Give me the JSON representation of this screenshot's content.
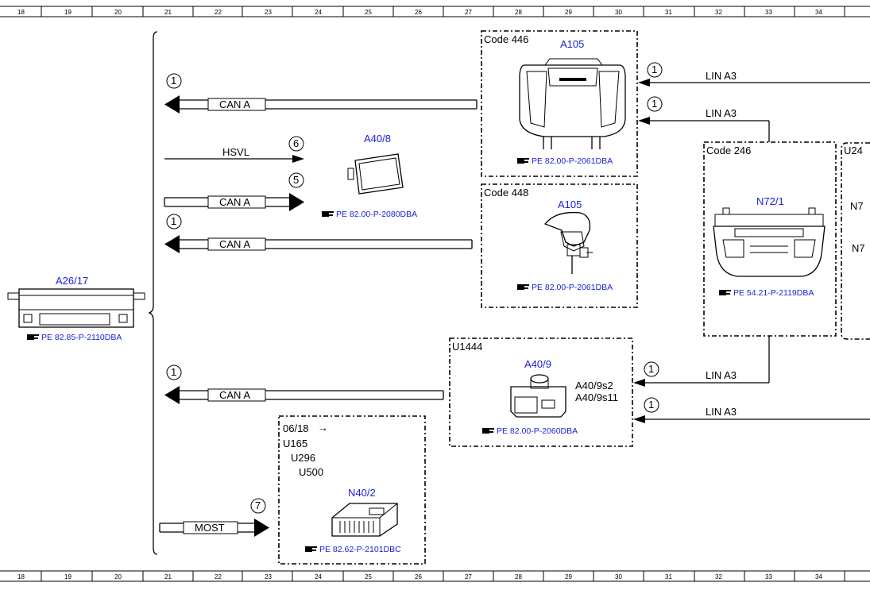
{
  "ruler": {
    "columns": [
      "18",
      "19",
      "20",
      "21",
      "22",
      "23",
      "24",
      "25",
      "26",
      "27",
      "28",
      "29",
      "30",
      "31",
      "32",
      "33",
      "34"
    ]
  },
  "nodes": {
    "a26_17": {
      "label": "A26/17",
      "ref": "PE 82.85-P-2110DBA"
    },
    "a40_8": {
      "label": "A40/8",
      "ref": "PE 82.00-P-2080DBA"
    },
    "box446": {
      "code": "Code 446",
      "label": "A105",
      "ref": "PE 82.00-P-2061DBA"
    },
    "box448": {
      "code": "Code 448",
      "label": "A105",
      "ref": "PE 82.00-P-2061DBA"
    },
    "box246": {
      "code": "Code 246",
      "label": "N72/1",
      "ref": "PE 54.21-P-2119DBA"
    },
    "box_u24": {
      "code": "U24",
      "lines": [
        "N7",
        "N7"
      ]
    },
    "box_u1444": {
      "code": "U1444",
      "label": "A40/9",
      "sub": [
        "A40/9s2",
        "A40/9s11"
      ],
      "ref": "PE 82.00-P-2060DBA"
    },
    "box_0618": {
      "code": "06/18",
      "arrow": "→",
      "codes": [
        "U165",
        "U296",
        "U500"
      ],
      "label": "N40/2",
      "ref": "PE 82.62-P-2101DBC"
    }
  },
  "buses": {
    "can_a_1": {
      "label": "CAN A",
      "num": "1"
    },
    "hsvl": {
      "label": "HSVL",
      "num": "6"
    },
    "can_a_5": {
      "label": "CAN A",
      "num": "5"
    },
    "can_a_3": {
      "label": "CAN A",
      "num": "1"
    },
    "can_a_4": {
      "label": "CAN A",
      "num": "1"
    },
    "most": {
      "label": "MOST",
      "num": "7"
    },
    "lin_1": {
      "label": "LIN A3",
      "num": "1"
    },
    "lin_2": {
      "label": "LIN A3",
      "num": "1"
    },
    "lin_3": {
      "label": "LIN A3",
      "num": "1"
    },
    "lin_4": {
      "label": "LIN A3",
      "num": "1"
    }
  },
  "ref_icon": "pointing-hand-icon"
}
